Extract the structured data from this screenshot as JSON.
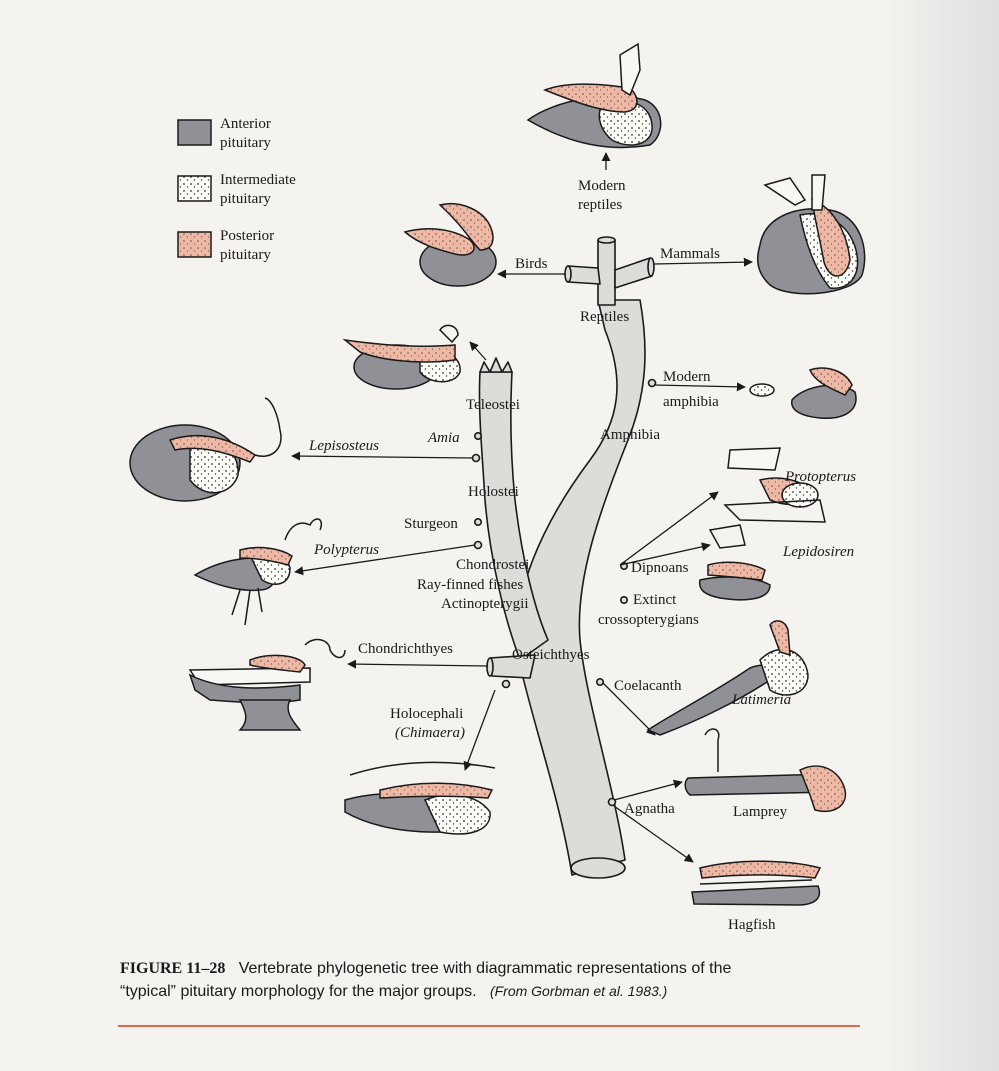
{
  "colors": {
    "anterior": "#8f9196",
    "intermediate": "#fbfbf7",
    "posterior": "#edb9a6",
    "trunk": "#dcdcd8",
    "accent_rule": "#d96a4a"
  },
  "legend": [
    {
      "line1": "Anterior",
      "line2": "pituitary",
      "swatch": "anterior"
    },
    {
      "line1": "Intermediate",
      "line2": "pituitary",
      "swatch": "intermediate"
    },
    {
      "line1": "Posterior",
      "line2": "pituitary",
      "swatch": "posterior"
    }
  ],
  "labels": {
    "modern_reptiles_1": "Modern",
    "modern_reptiles_2": "reptiles",
    "birds": "Birds",
    "mammals": "Mammals",
    "reptiles": "Reptiles",
    "modern_amphibia_1": "Modern",
    "modern_amphibia_2": "amphibia",
    "amphibia": "Amphibia",
    "teleostei": "Teleostei",
    "amia": "Amia",
    "lepisosteus": "Lepisosteus",
    "holostei": "Holostei",
    "sturgeon": "Sturgeon",
    "polypterus": "Polypterus",
    "chondrostei": "Chondrostei",
    "ray_finned": "Ray-finned fishes",
    "actinopterygii": "Actinopterygii",
    "protopterus": "Protopterus",
    "lepidosiren": "Lepidosiren",
    "dipnoans": "Dipnoans",
    "extinct_1": "Extinct",
    "extinct_2": "crossopterygians",
    "chondrichthyes": "Chondrichthyes",
    "osteichthyes": "Osteichthyes",
    "coelacanth": "Coelacanth",
    "latimeria": "Latimeria",
    "holocephali_1": "Holocephali",
    "holocephali_2": "(Chimaera)",
    "agnatha": "Agnatha",
    "lamprey": "Lamprey",
    "hagfish": "Hagfish"
  },
  "caption": {
    "figure_label": "FIGURE 11–28",
    "line1": "Vertebrate phylogenetic tree with diagrammatic representations of the",
    "line2": "“typical” pituitary morphology for the major groups.",
    "source": "(From Gorbman et al. 1983.)"
  }
}
